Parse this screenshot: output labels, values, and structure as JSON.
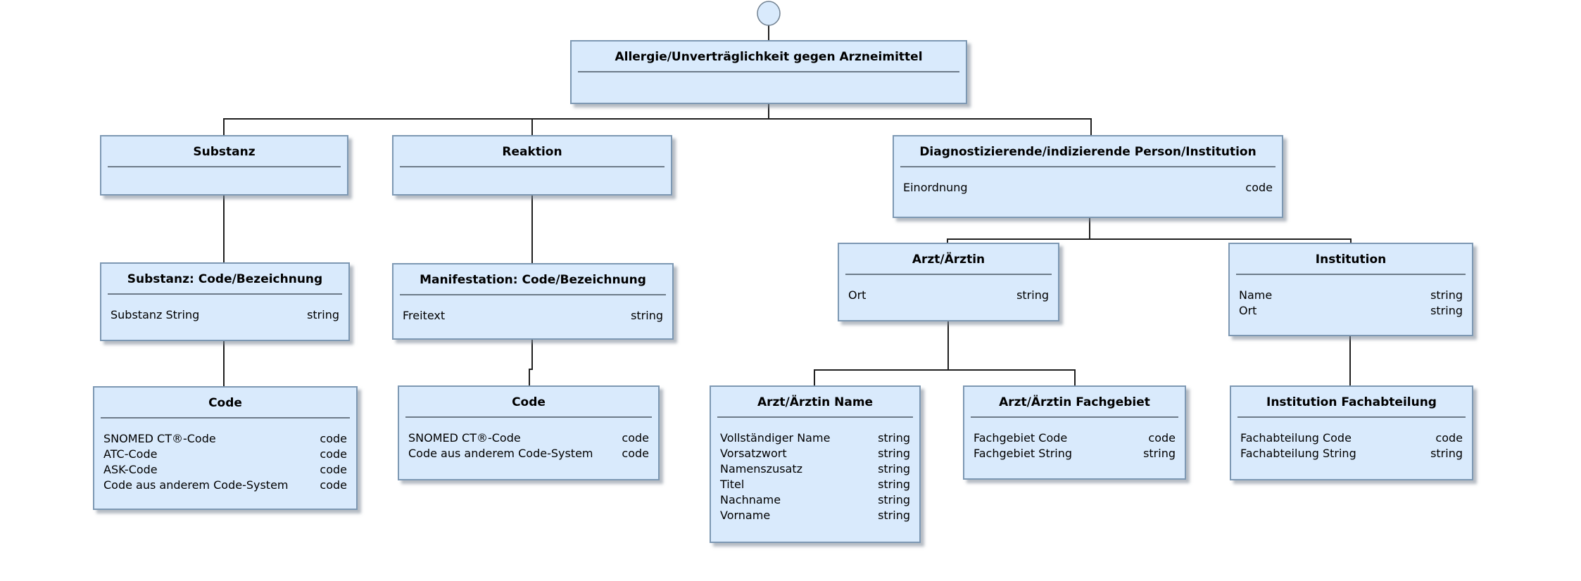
{
  "colors": {
    "node_fill": "#d9eafc",
    "node_border": "#7d98b3",
    "separator": "#6d7b89",
    "connector": "#1f1f1f",
    "shadow": "rgba(120,132,145,0.55)"
  },
  "nodes": {
    "root": {
      "title": "Allergie/Unverträglichkeit gegen Arzneimittel",
      "attrs": []
    },
    "substanz": {
      "title": "Substanz",
      "attrs": []
    },
    "reaktion": {
      "title": "Reaktion",
      "attrs": []
    },
    "person_institution": {
      "title": "Diagnostizierende/indizierende Person/Institution",
      "attrs": [
        {
          "name": "Einordnung",
          "type": "code"
        }
      ]
    },
    "substanz_code": {
      "title": "Substanz: Code/Bezeichnung",
      "attrs": [
        {
          "name": "Substanz String",
          "type": "string"
        }
      ]
    },
    "manifestation_code": {
      "title": "Manifestation: Code/Bezeichnung",
      "attrs": [
        {
          "name": "Freitext",
          "type": "string"
        }
      ]
    },
    "code_substanz": {
      "title": "Code",
      "attrs": [
        {
          "name": "SNOMED CT®-Code",
          "type": "code"
        },
        {
          "name": "ATC-Code",
          "type": "code"
        },
        {
          "name": "ASK-Code",
          "type": "code"
        },
        {
          "name": "Code aus anderem Code-System",
          "type": "code"
        }
      ]
    },
    "code_manifestation": {
      "title": "Code",
      "attrs": [
        {
          "name": "SNOMED CT®-Code",
          "type": "code"
        },
        {
          "name": "Code aus anderem Code-System",
          "type": "code"
        }
      ]
    },
    "arzt": {
      "title": "Arzt/Ärztin",
      "attrs": [
        {
          "name": "Ort",
          "type": "string"
        }
      ]
    },
    "institution": {
      "title": "Institution",
      "attrs": [
        {
          "name": "Name",
          "type": "string"
        },
        {
          "name": "Ort",
          "type": "string"
        }
      ]
    },
    "arzt_name": {
      "title": "Arzt/Ärztin Name",
      "attrs": [
        {
          "name": "Vollständiger Name",
          "type": "string"
        },
        {
          "name": "Vorsatzwort",
          "type": "string"
        },
        {
          "name": "Namenszusatz",
          "type": "string"
        },
        {
          "name": "Titel",
          "type": "string"
        },
        {
          "name": "Nachname",
          "type": "string"
        },
        {
          "name": "Vorname",
          "type": "string"
        }
      ]
    },
    "arzt_fachgebiet": {
      "title": "Arzt/Ärztin Fachgebiet",
      "attrs": [
        {
          "name": "Fachgebiet Code",
          "type": "code"
        },
        {
          "name": "Fachgebiet String",
          "type": "string"
        }
      ]
    },
    "institution_fachabteilung": {
      "title": "Institution Fachabteilung",
      "attrs": [
        {
          "name": "Fachabteilung Code",
          "type": "code"
        },
        {
          "name": "Fachabteilung String",
          "type": "string"
        }
      ]
    }
  }
}
